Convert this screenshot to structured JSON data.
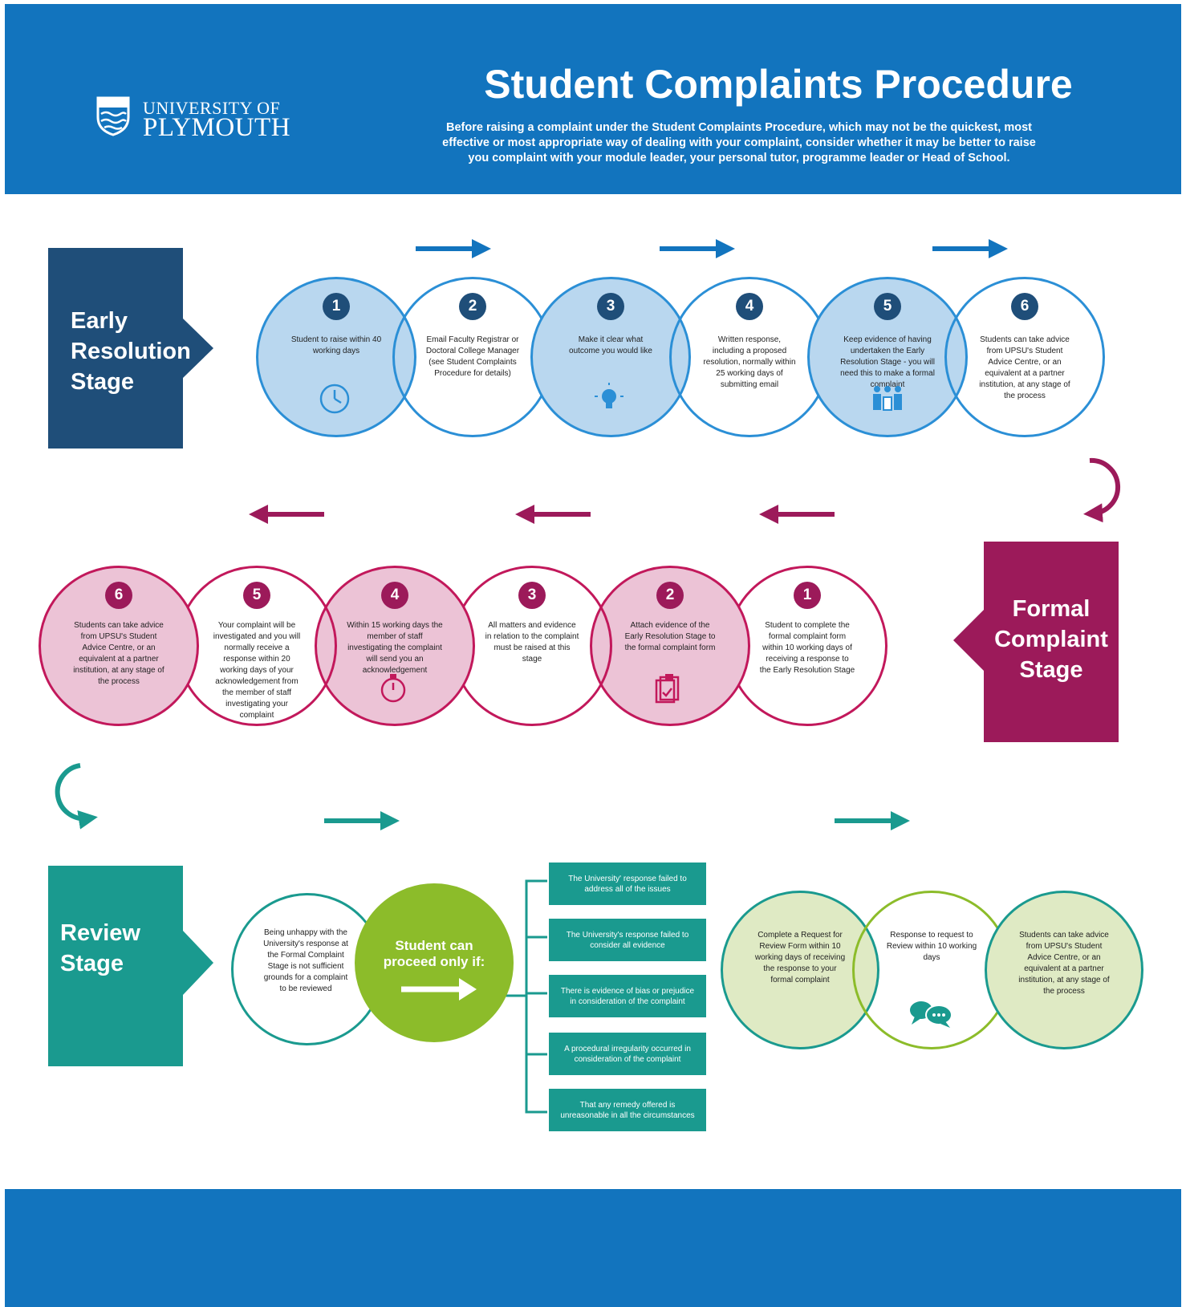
{
  "header": {
    "logo_line1": "UNIVERSITY OF",
    "logo_line2": "PLYMOUTH",
    "title": "Student Complaints Procedure",
    "subtitle": "Before raising a complaint under the Student Complaints Procedure, which may not be the quickest, most effective or most appropriate way of dealing with your complaint, consider whether it may be better to raise you complaint with your module leader, your personal tutor, programme leader or Head of School."
  },
  "colors": {
    "header_blue": "#1274be",
    "early_dark": "#1f4e79",
    "early_circle": "#2b8fd6",
    "early_fill": "#b9d7ef",
    "formal_dark": "#9c1a5a",
    "formal_circle": "#c2185b",
    "formal_fill": "#ecc3d6",
    "review_teal": "#1a9a8f",
    "review_green": "#8cbc2a",
    "review_fill": "#dfeac4"
  },
  "early": {
    "title": "Early\nResolution\nStage",
    "steps": [
      {
        "num": "1",
        "text": "Student to raise within 40 working days",
        "icon": "clock-icon"
      },
      {
        "num": "2",
        "text": "Email Faculty Registrar or Doctoral College Manager (see Student Complaints Procedure for details)"
      },
      {
        "num": "3",
        "text": "Make it clear what outcome you would like",
        "icon": "lightbulb-icon"
      },
      {
        "num": "4",
        "text": "Written response, including a proposed resolution, normally within 25 working days of submitting email"
      },
      {
        "num": "5",
        "text": "Keep evidence of having undertaken the Early Resolution Stage - you will need this to make a formal complaint",
        "icon": "meeting-icon"
      },
      {
        "num": "6",
        "text": "Students can take advice from UPSU's Student Advice Centre, or an equivalent at a partner institution, at any stage of the process"
      }
    ]
  },
  "formal": {
    "title": "Formal\nComplaint\nStage",
    "steps": [
      {
        "num": "1",
        "text": "Student to complete the formal complaint form within 10 working days of receiving a response to the Early Resolution Stage"
      },
      {
        "num": "2",
        "text": "Attach evidence of the Early Resolution Stage to the formal complaint form",
        "icon": "clipboard-icon"
      },
      {
        "num": "3",
        "text": "All matters and evidence in relation to the complaint must be raised at this stage"
      },
      {
        "num": "4",
        "text": "Within 15 working days the member of staff investigating the complaint will send you an acknowledgement",
        "icon": "stopwatch-icon"
      },
      {
        "num": "5",
        "text": "Your complaint will be investigated and you will normally receive a response within 20 working days of your acknowledgement from the member of staff investigating your complaint"
      },
      {
        "num": "6",
        "text": "Students can take advice from UPSU's Student Advice Centre, or an equivalent at a partner institution, at any stage of the process"
      }
    ]
  },
  "review": {
    "title": "Review\nStage",
    "intro": "Being unhappy with the University's response at the Formal Complaint Stage is not sufficient grounds for a complaint to be reviewed",
    "proceed": "Student can proceed only if:",
    "conditions": [
      "The University' response failed to address all of the issues",
      "The University's response failed to consider all evidence",
      "There is evidence of bias or prejudice in consideration of the complaint",
      "A procedural irregularity occurred in consideration of the complaint",
      "That any remedy offered is unreasonable in all the circumstances"
    ],
    "steps": [
      {
        "text": "Complete a Request for Review Form within 10 working days of receiving the response to your formal complaint"
      },
      {
        "text": "Response to request to Review within 10 working days",
        "icon": "speech-bubbles-icon"
      },
      {
        "text": "Students can take advice from UPSU's Student Advice Centre, or an equivalent at a partner institution, at any stage of the process"
      }
    ]
  }
}
